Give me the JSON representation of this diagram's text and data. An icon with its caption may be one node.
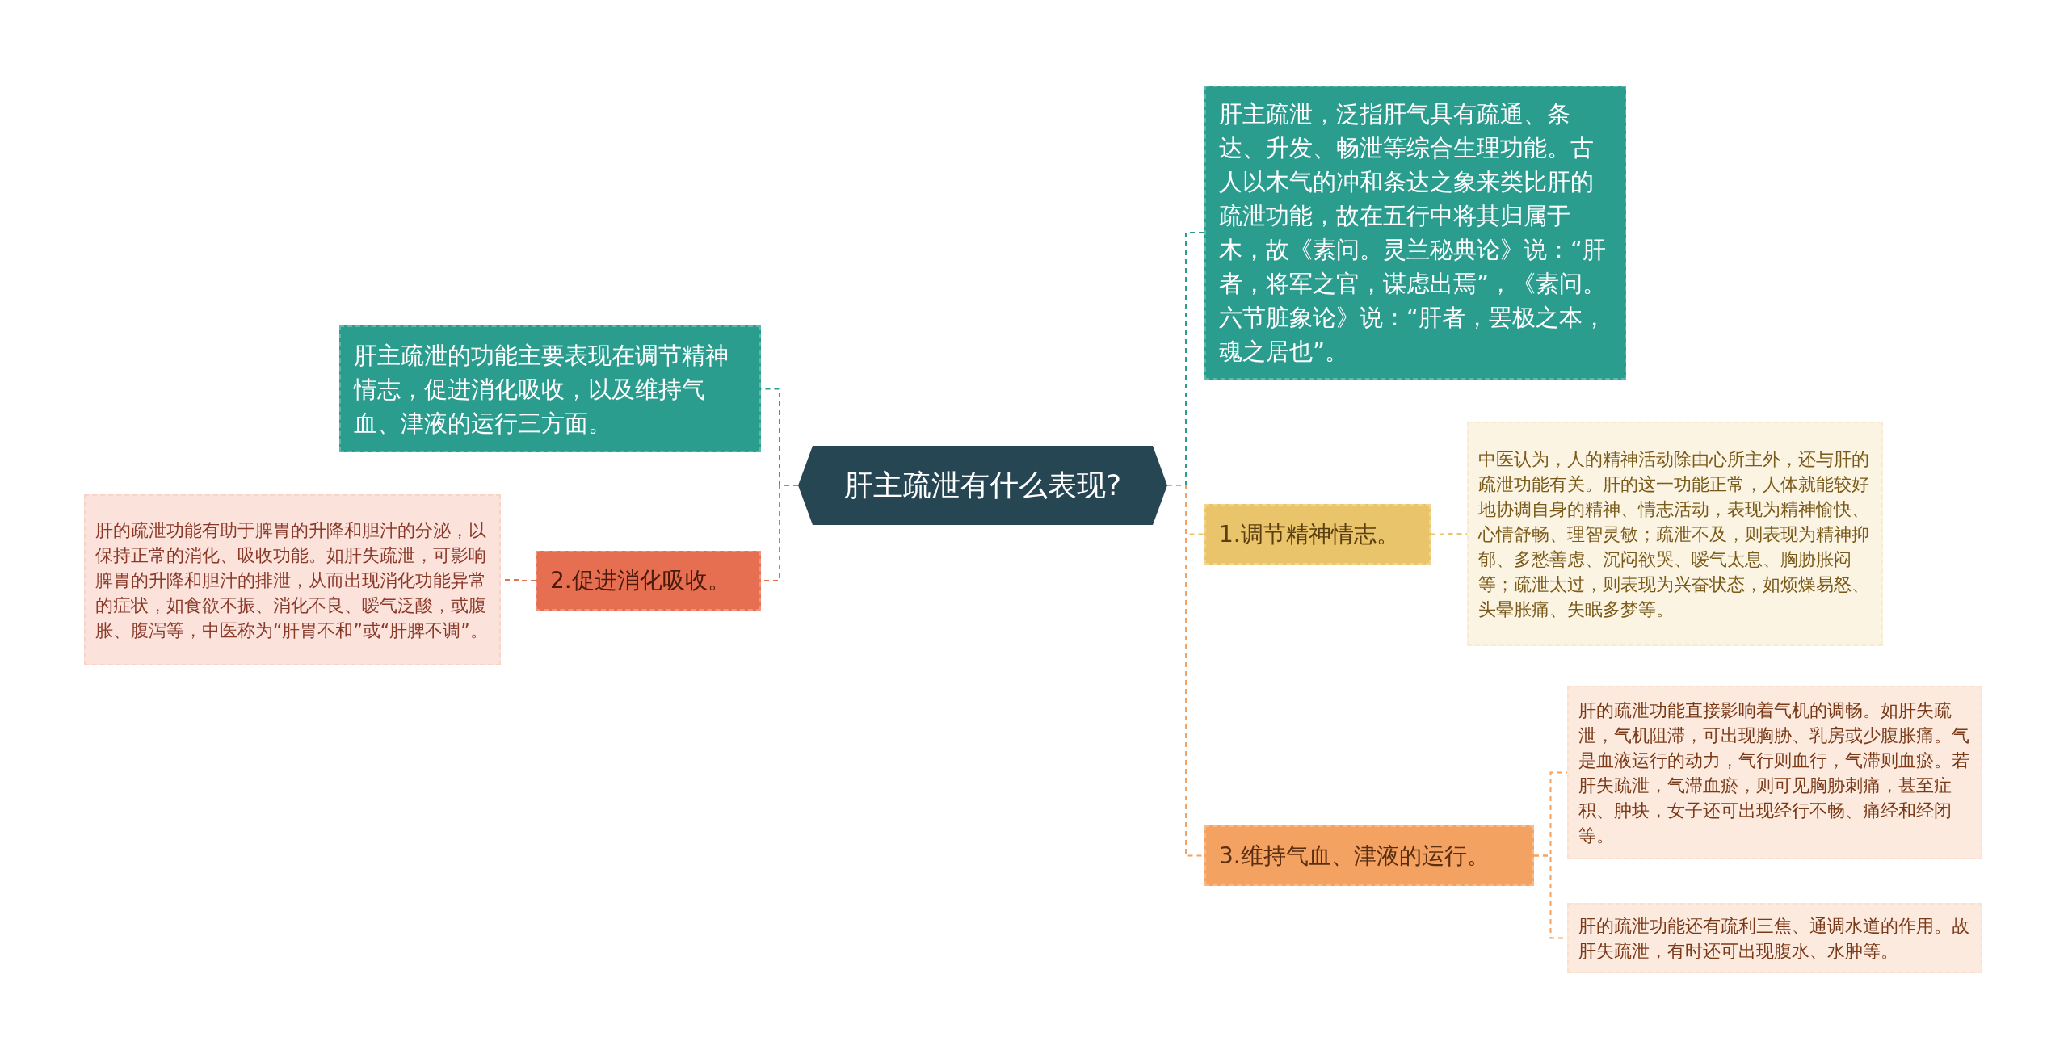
{
  "diagram": {
    "nodes": [
      {
        "text": [
          "肝主疏泄有什么表现?"
        ]
      },
      {
        "text": [
          "肝主疏泄，泛指肝气具有疏通、条达、升发、畅泄等综合生理功能。古人以木气的冲和条达之象来类比肝的疏泄功能，故在五行中将其归属于木，故《素问。灵兰秘典论》说：“肝者，将军之官，谋虑出焉”，《素问。六节脏象论》说：“肝者，罢极之本，魂之居也”。"
        ]
      },
      {
        "text": [
          "1.调节精神情志。"
        ]
      },
      {
        "text": [
          "中医认为，人的精神活动除由心所主外，还与肝的疏泄功能有关。肝的这一功能正常，人体就能较好地协调自身的精神、情志活动，表现为精神愉快、心情舒畅、理智灵敏；疏泄不及，则表现为精神抑郁、多愁善虑、沉闷欲哭、嗳气太息、胸胁胀闷等；疏泄太过，则表现为兴奋状态，如烦燥易怒、头晕胀痛、失眠多梦等。"
        ]
      },
      {
        "text": [
          "3.维持气血、津液的运行。"
        ]
      },
      {
        "text": [
          "肝的疏泄功能直接影响着气机的调畅。如肝失疏泄，气机阻滞，可出现胸胁、乳房或少腹胀痛。气是血液运行的动力，气行则血行，气滞则血瘀。若肝失疏泄，气滞血瘀，则可见胸胁刺痛，甚至症积、肿块，女子还可出现经行不畅、痛经和经闭等。"
        ]
      },
      {
        "text": [
          "肝的疏泄功能还有疏利三焦、通调水道的作用。故肝失疏泄，有时还可出现腹水、水肿等。"
        ]
      },
      {
        "text": [
          "肝主疏泄的功能主要表现在调节精神情志，促进消化吸收，以及维持气血、津液的运行三方面。"
        ]
      },
      {
        "text": [
          "2.促进消化吸收。"
        ]
      },
      {
        "text": [
          "肝的疏泄功能有助于脾胃的升降和胆汁的分泌，以保持正常的消化、吸收功能。如肝失疏泄，可影响脾胃的升降和胆汁的排泄，从而出现消化功能异常的症状，如食欲不振、消化不良、嗳气泛酸，或腹胀、腹泻等，中医称为“肝胃不和”或“肝脾不调”。"
        ]
      }
    ],
    "edges": [
      {
        "from": 0,
        "to": 1,
        "arrow": "none",
        "style": "dashed",
        "color": "#2a9d8f"
      },
      {
        "from": 0,
        "to": 2,
        "arrow": "none",
        "style": "dashed",
        "color": "#e9c46a"
      },
      {
        "from": 2,
        "to": 3,
        "arrow": "none",
        "style": "dashed",
        "color": "#e9c46a"
      },
      {
        "from": 0,
        "to": 4,
        "arrow": "none",
        "style": "dashed",
        "color": "#f4a261"
      },
      {
        "from": 4,
        "to": 5,
        "arrow": "none",
        "style": "dashed",
        "color": "#f4a261"
      },
      {
        "from": 4,
        "to": 6,
        "arrow": "none",
        "style": "dashed",
        "color": "#f4a261"
      },
      {
        "from": 0,
        "to": 7,
        "arrow": "none",
        "style": "dashed",
        "color": "#2a9d8f"
      },
      {
        "from": 0,
        "to": 8,
        "arrow": "none",
        "style": "dashed",
        "color": "#e76f51"
      },
      {
        "from": 8,
        "to": 9,
        "arrow": "none",
        "style": "dashed",
        "color": "#e76f51"
      }
    ]
  }
}
